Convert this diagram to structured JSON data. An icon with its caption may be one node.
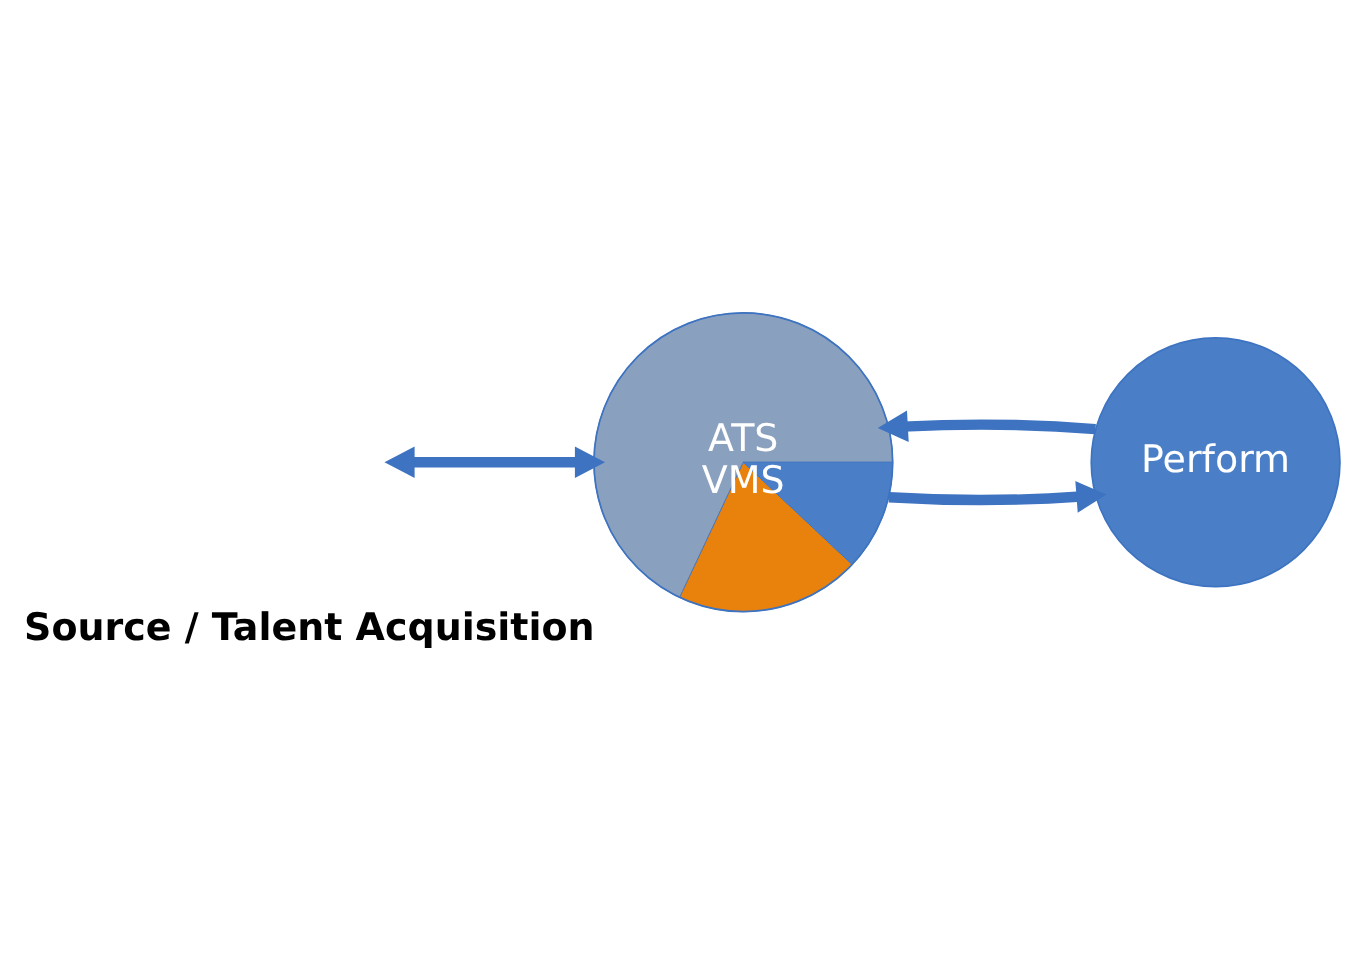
{
  "diagram": {
    "nodes": [
      {
        "text": [
          "ATS",
          "VMS"
        ],
        "beside": [
          "Source / Talent Acquisition"
        ]
      },
      {
        "text": [
          "Perform"
        ]
      }
    ],
    "edges": [
      {
        "from": 0,
        "to": 1,
        "arrow": "to"
      },
      {
        "from": 1,
        "to": 0,
        "arrow": "to"
      },
      {
        "from": null,
        "to": 0,
        "arrow": "both"
      }
    ]
  }
}
